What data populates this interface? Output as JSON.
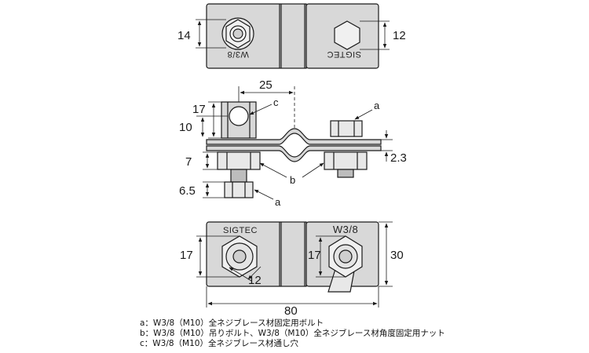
{
  "labels": {
    "top_view": {
      "left_dim": "14",
      "right_dim": "12",
      "stamp_left": "W3/8",
      "stamp_right": "SIGTEC"
    },
    "side_view": {
      "width_25": "25",
      "dim_17": "17",
      "dim_10": "10",
      "dim_7": "7",
      "dim_6_5": "6.5",
      "dim_2_3": "2.3",
      "callout_a_top": "a",
      "callout_a_bottom": "a",
      "callout_b": "b",
      "callout_c": "c"
    },
    "bottom_view": {
      "dim_17_left": "17",
      "dim_17_right": "17",
      "dim_12": "12",
      "dim_30": "30",
      "dim_80": "80",
      "stamp_left": "SIGTEC",
      "stamp_right": "W3/8"
    }
  },
  "legend": [
    {
      "text": "a：W3/8（M10）全ネジブレース材固定用ボルト"
    },
    {
      "text": "b：W3/8（M10）吊りボルト、W3/8（M10）全ネジブレース材角度固定用ナット"
    },
    {
      "text": "c：W3/8（M10）全ネジブレース材通し穴"
    }
  ],
  "colors": {
    "plate_fill": "#d8d8d8",
    "line": "#1a1a1a",
    "background": "#ffffff"
  }
}
